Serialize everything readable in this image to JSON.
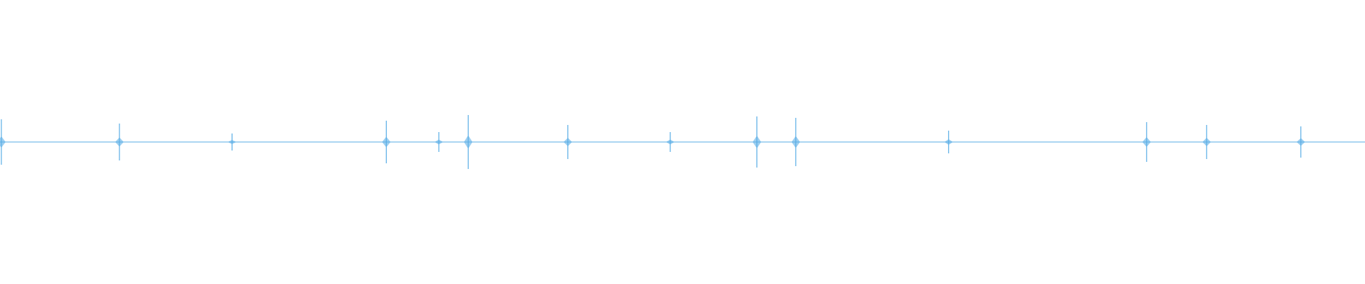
{
  "waveform": {
    "color": "#5aaee6",
    "background": "#ffffff",
    "duration_fraction_baseline": 0.5,
    "spikes": [
      {
        "t": 0.001,
        "amp": 0.08
      },
      {
        "t": 0.0875,
        "amp": 0.065
      },
      {
        "t": 0.17,
        "amp": 0.03
      },
      {
        "t": 0.283,
        "amp": 0.075
      },
      {
        "t": 0.3215,
        "amp": 0.035
      },
      {
        "t": 0.343,
        "amp": 0.095
      },
      {
        "t": 0.416,
        "amp": 0.06
      },
      {
        "t": 0.491,
        "amp": 0.035
      },
      {
        "t": 0.5545,
        "amp": 0.09
      },
      {
        "t": 0.583,
        "amp": 0.085
      },
      {
        "t": 0.695,
        "amp": 0.04
      },
      {
        "t": 0.84,
        "amp": 0.07
      },
      {
        "t": 0.884,
        "amp": 0.06
      },
      {
        "t": 0.953,
        "amp": 0.055
      }
    ]
  }
}
